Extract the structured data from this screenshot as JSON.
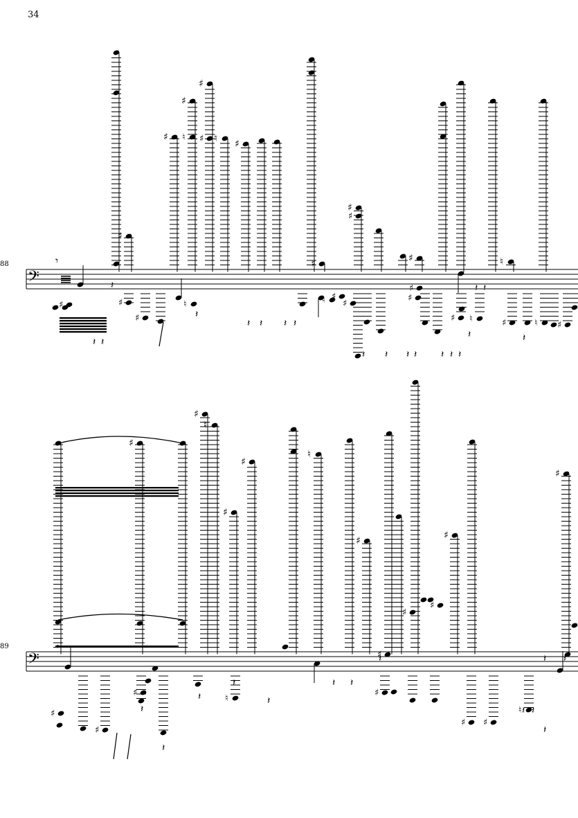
{
  "page": {
    "number": "34"
  },
  "systems": [
    {
      "measure_number": "88",
      "clef": "bass"
    },
    {
      "measure_number": "89",
      "clef": "bass"
    }
  ],
  "colors": {
    "ink": "#000000",
    "paper": "#ffffff"
  },
  "glyphs": {
    "sharp": "♯",
    "natural": "♮",
    "rest": "𝄽",
    "eighth_rest": "𝄾",
    "bass_clef": "𝄢"
  }
}
